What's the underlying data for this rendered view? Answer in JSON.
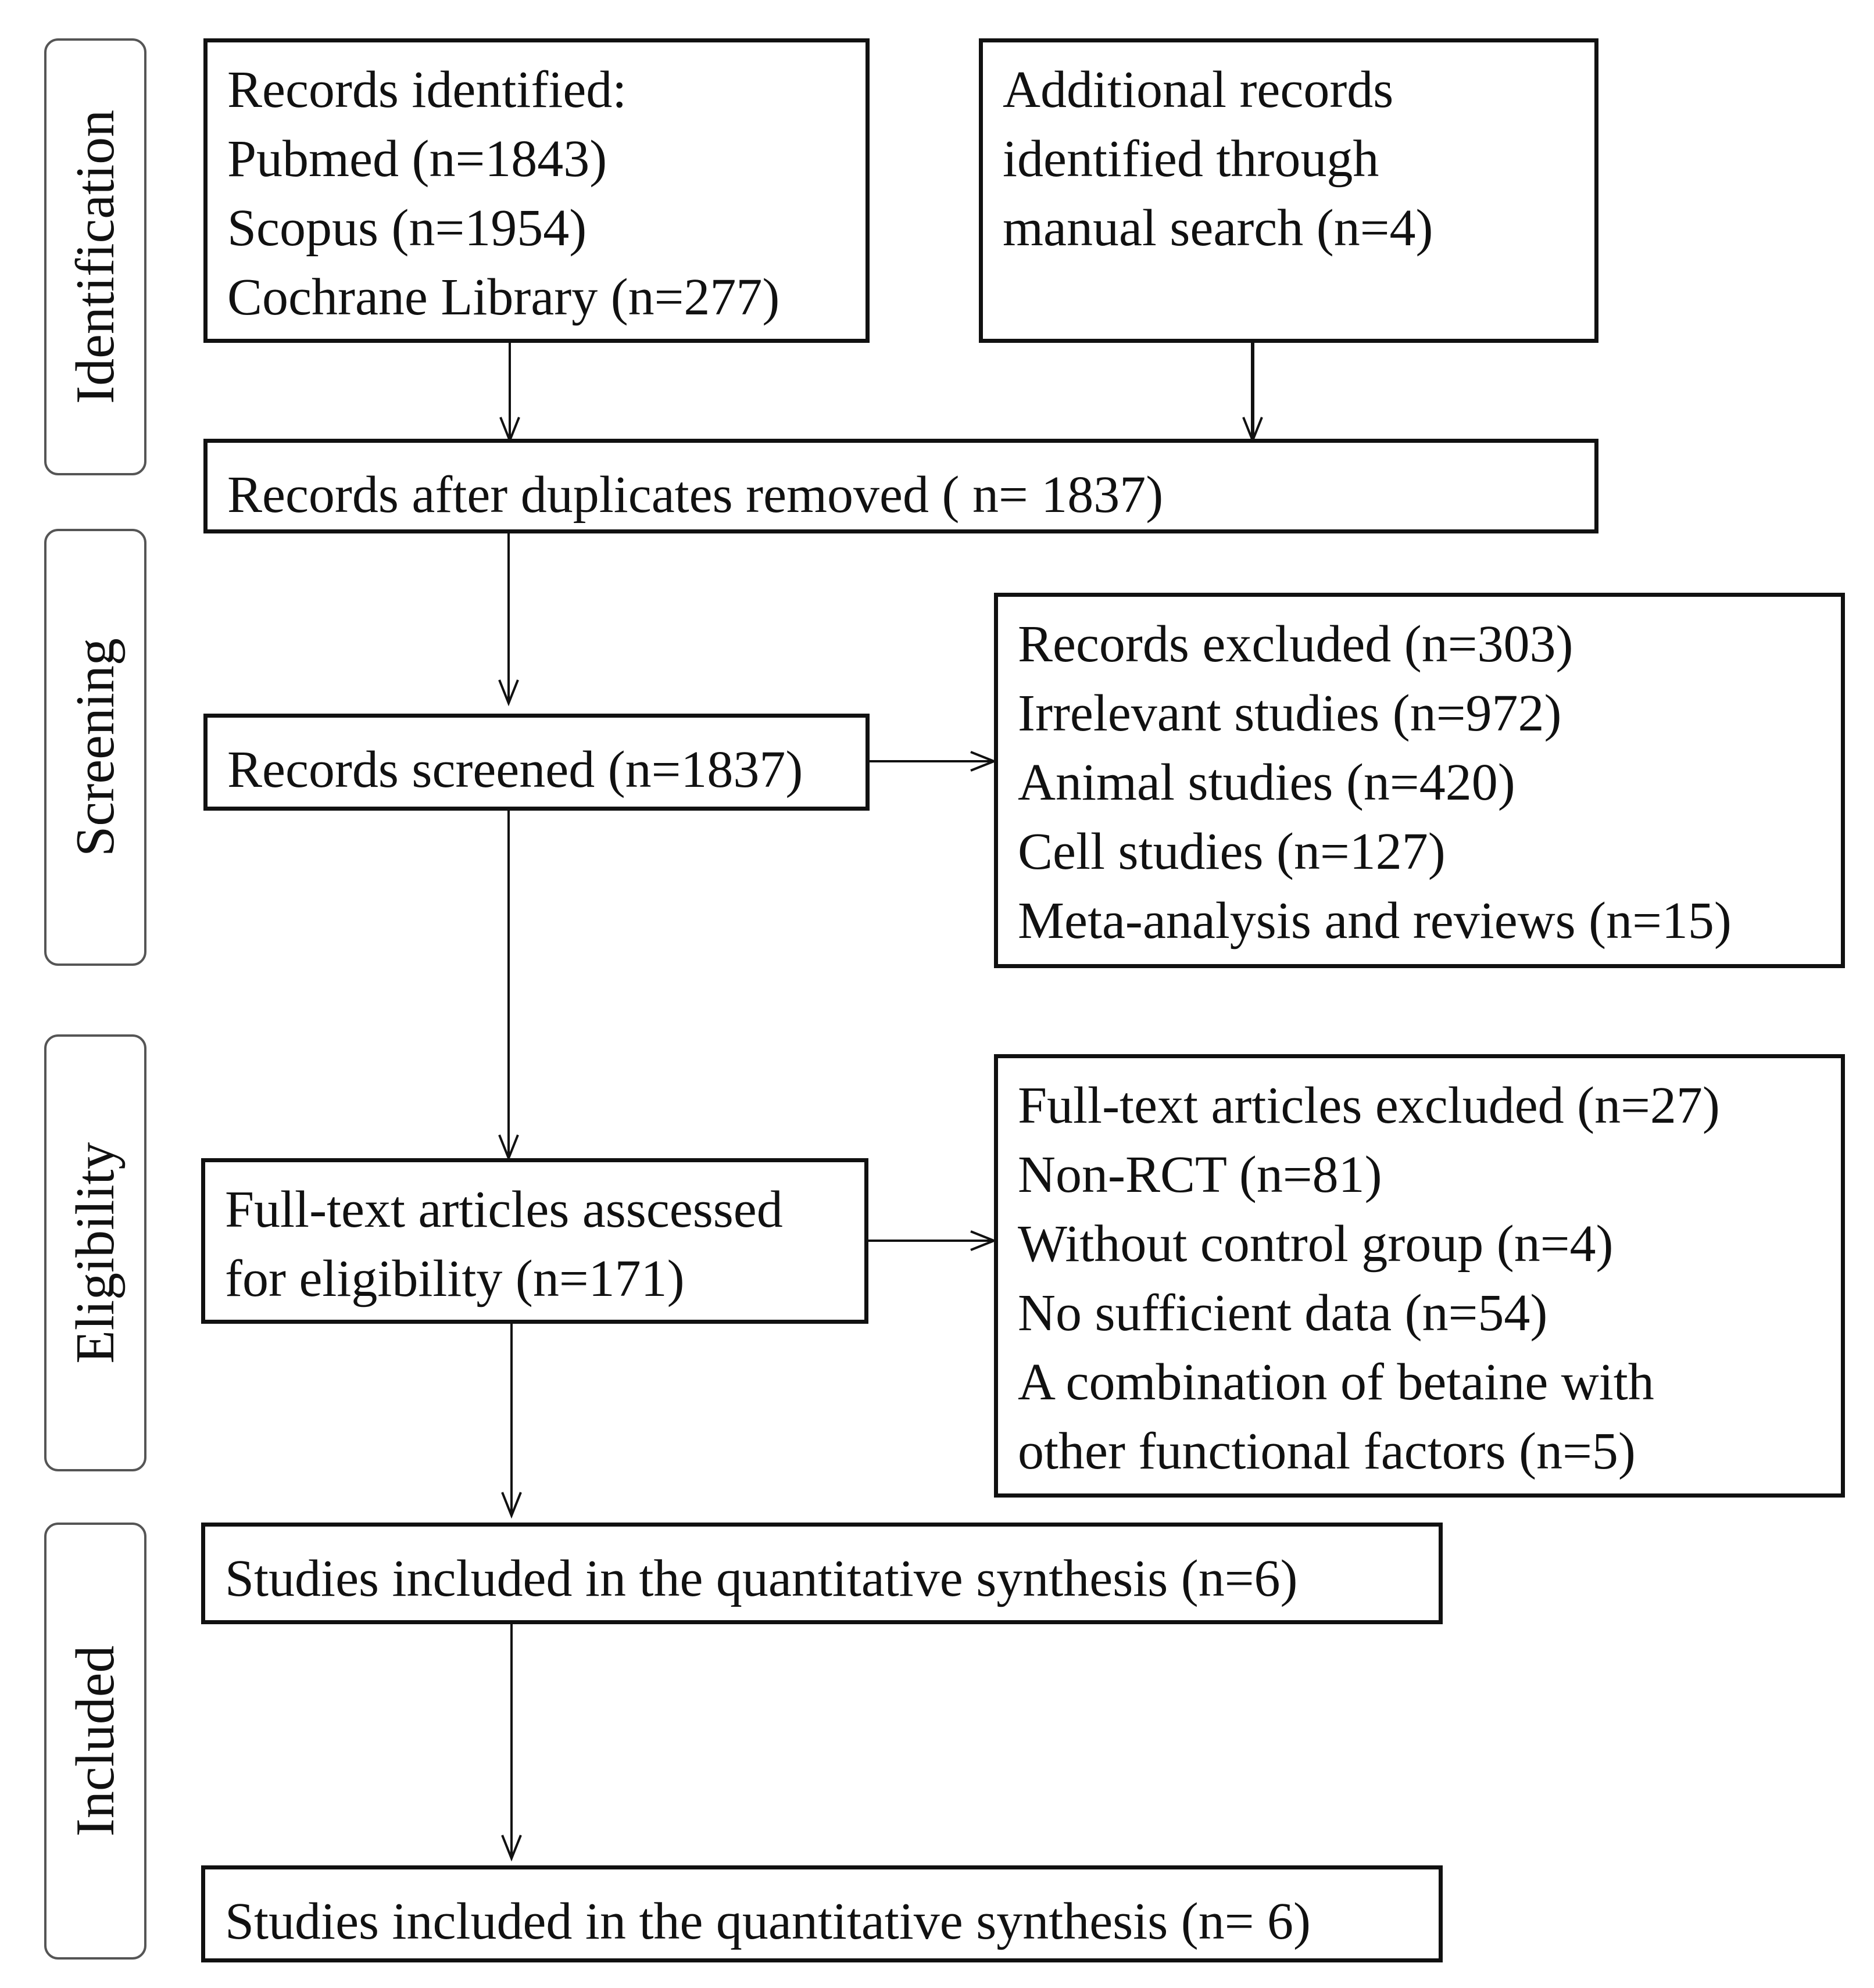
{
  "stages": {
    "identification": "Identification",
    "screening": "Screening",
    "eligibility": "Eligibility",
    "included": "Included"
  },
  "boxes": {
    "records_identified": {
      "lines": [
        "Records identified:",
        "Pubmed (n=1843)",
        "Scopus (n=1954)",
        "Cochrane Library (n=277)"
      ]
    },
    "additional_records": {
      "lines": [
        "Additional records",
        "identified through",
        "manual search (n=4)"
      ]
    },
    "after_duplicates": {
      "lines": [
        "Records after duplicates removed ( n= 1837)"
      ]
    },
    "records_screened": {
      "lines": [
        "Records screened (n=1837)"
      ]
    },
    "records_excluded": {
      "lines": [
        "Records excluded (n=303)",
        "Irrelevant studies (n=972)",
        "Animal studies (n=420)",
        "Cell studies (n=127)",
        "Meta-analysis and reviews (n=15)"
      ]
    },
    "fulltext_assessed": {
      "lines": [
        "Full-text articles asscessed",
        "for eligibility (n=171)"
      ]
    },
    "fulltext_excluded": {
      "lines": [
        "Full-text articles excluded (n=27)",
        "Non-RCT (n=81)",
        "Without control group (n=4)",
        "No sufficient data (n=54)",
        "A combination of betaine with",
        "other functional factors (n=5)"
      ]
    },
    "included_quantitative_1": {
      "lines": [
        "Studies included in the quantitative synthesis (n=6)"
      ]
    },
    "included_quantitative_2": {
      "lines": [
        "Studies included in the quantitative synthesis (n= 6)"
      ]
    }
  }
}
